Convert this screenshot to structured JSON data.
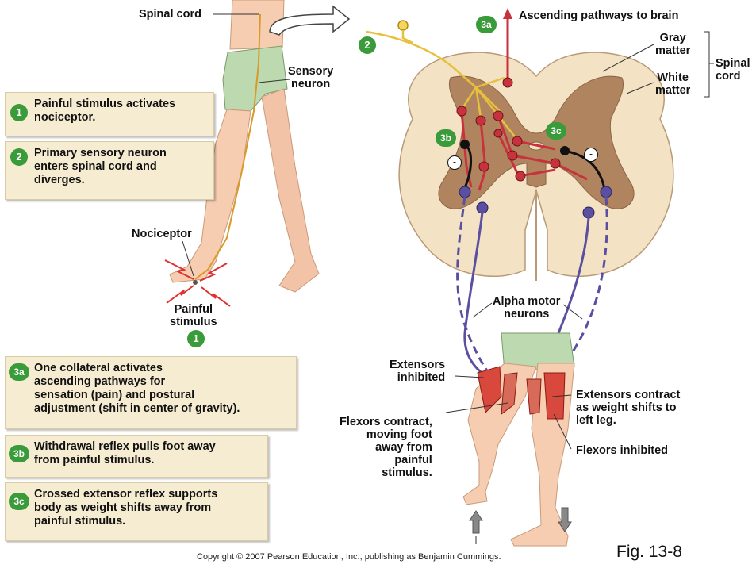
{
  "labels": {
    "spinal_cord_top": "Spinal cord",
    "sensory_neuron": "Sensory\nneuron",
    "ascending": "Ascending pathways to brain",
    "gray_matter": "Gray\nmatter",
    "white_matter": "White\nmatter",
    "spinal_cord_side": "Spinal\ncord",
    "nociceptor": "Nociceptor",
    "painful_stimulus": "Painful\nstimulus",
    "alpha_motor": "Alpha motor\nneurons",
    "extensors_inhibited": "Extensors\ninhibited",
    "extensors_contract": "Extensors contract\nas weight shifts to\nleft leg.",
    "flexors_contract": "Flexors contract,\nmoving foot\naway from\npainful\nstimulus.",
    "flexors_inhibited": "Flexors inhibited"
  },
  "badges": {
    "b1": "1",
    "b2": "2",
    "b3a": "3a",
    "b3b": "3b",
    "b3c": "3c"
  },
  "minus": "-",
  "steps": [
    {
      "badge": "1",
      "text": "Painful stimulus activates\nnociceptor."
    },
    {
      "badge": "2",
      "text": "Primary sensory neuron\nenters spinal cord and\ndiverges."
    },
    {
      "badge": "3a",
      "text": "One collateral activates\nascending pathways for\nsensation (pain) and postural\nadjustment (shift in center of gravity)."
    },
    {
      "badge": "3b",
      "text": "Withdrawal reflex pulls foot away\nfrom painful stimulus."
    },
    {
      "badge": "3c",
      "text": "Crossed extensor reflex supports\nbody as weight shifts away from\npainful stimulus."
    }
  ],
  "footer": {
    "copyright": "Copyright © 2007 Pearson Education, Inc., publishing as Benjamin Cummings.",
    "figure": "Fig. 13-8"
  },
  "colors": {
    "white_matter": "#f3e2c4",
    "gray_matter": "#b0845f",
    "sensory": "#e6c13c",
    "interneuron": "#c8323c",
    "motor": "#5a4fa0",
    "skin": "#f6cdb0",
    "shorts": "#bcd9b0",
    "badge": "#3a9b3a",
    "box": "#f5ecd2"
  }
}
